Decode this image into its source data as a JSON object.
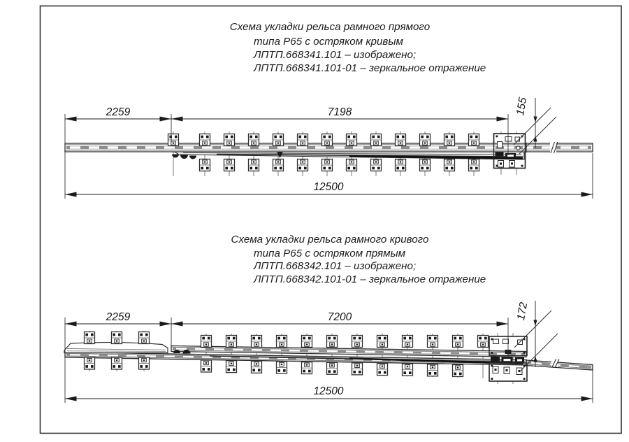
{
  "page": {
    "background": "#ffffff",
    "frame_color": "#2e2e2e",
    "line_color": "#2b2b2b"
  },
  "schemes": [
    {
      "title_lines": [
        "Схема укладки рельса рамного прямого",
        "типа Р65 с остряком кривым",
        "ЛПТП.668341.101 – изображено;",
        "ЛПТП.668341.101-01 – зеркальное отражение"
      ],
      "dim_left": "2259",
      "dim_main": "7198",
      "dim_offset": "155",
      "dim_overall": "12500"
    },
    {
      "title_lines": [
        "Схема укладки рельса рамного кривого",
        "типа Р65 с остряком прямым",
        "ЛПТП.668342.101 – изображено;",
        "ЛПТП.668342.101-01 – зеркальное отражение"
      ],
      "dim_left": "2259",
      "dim_main": "7200",
      "dim_offset": "172",
      "dim_overall": "12500"
    }
  ]
}
